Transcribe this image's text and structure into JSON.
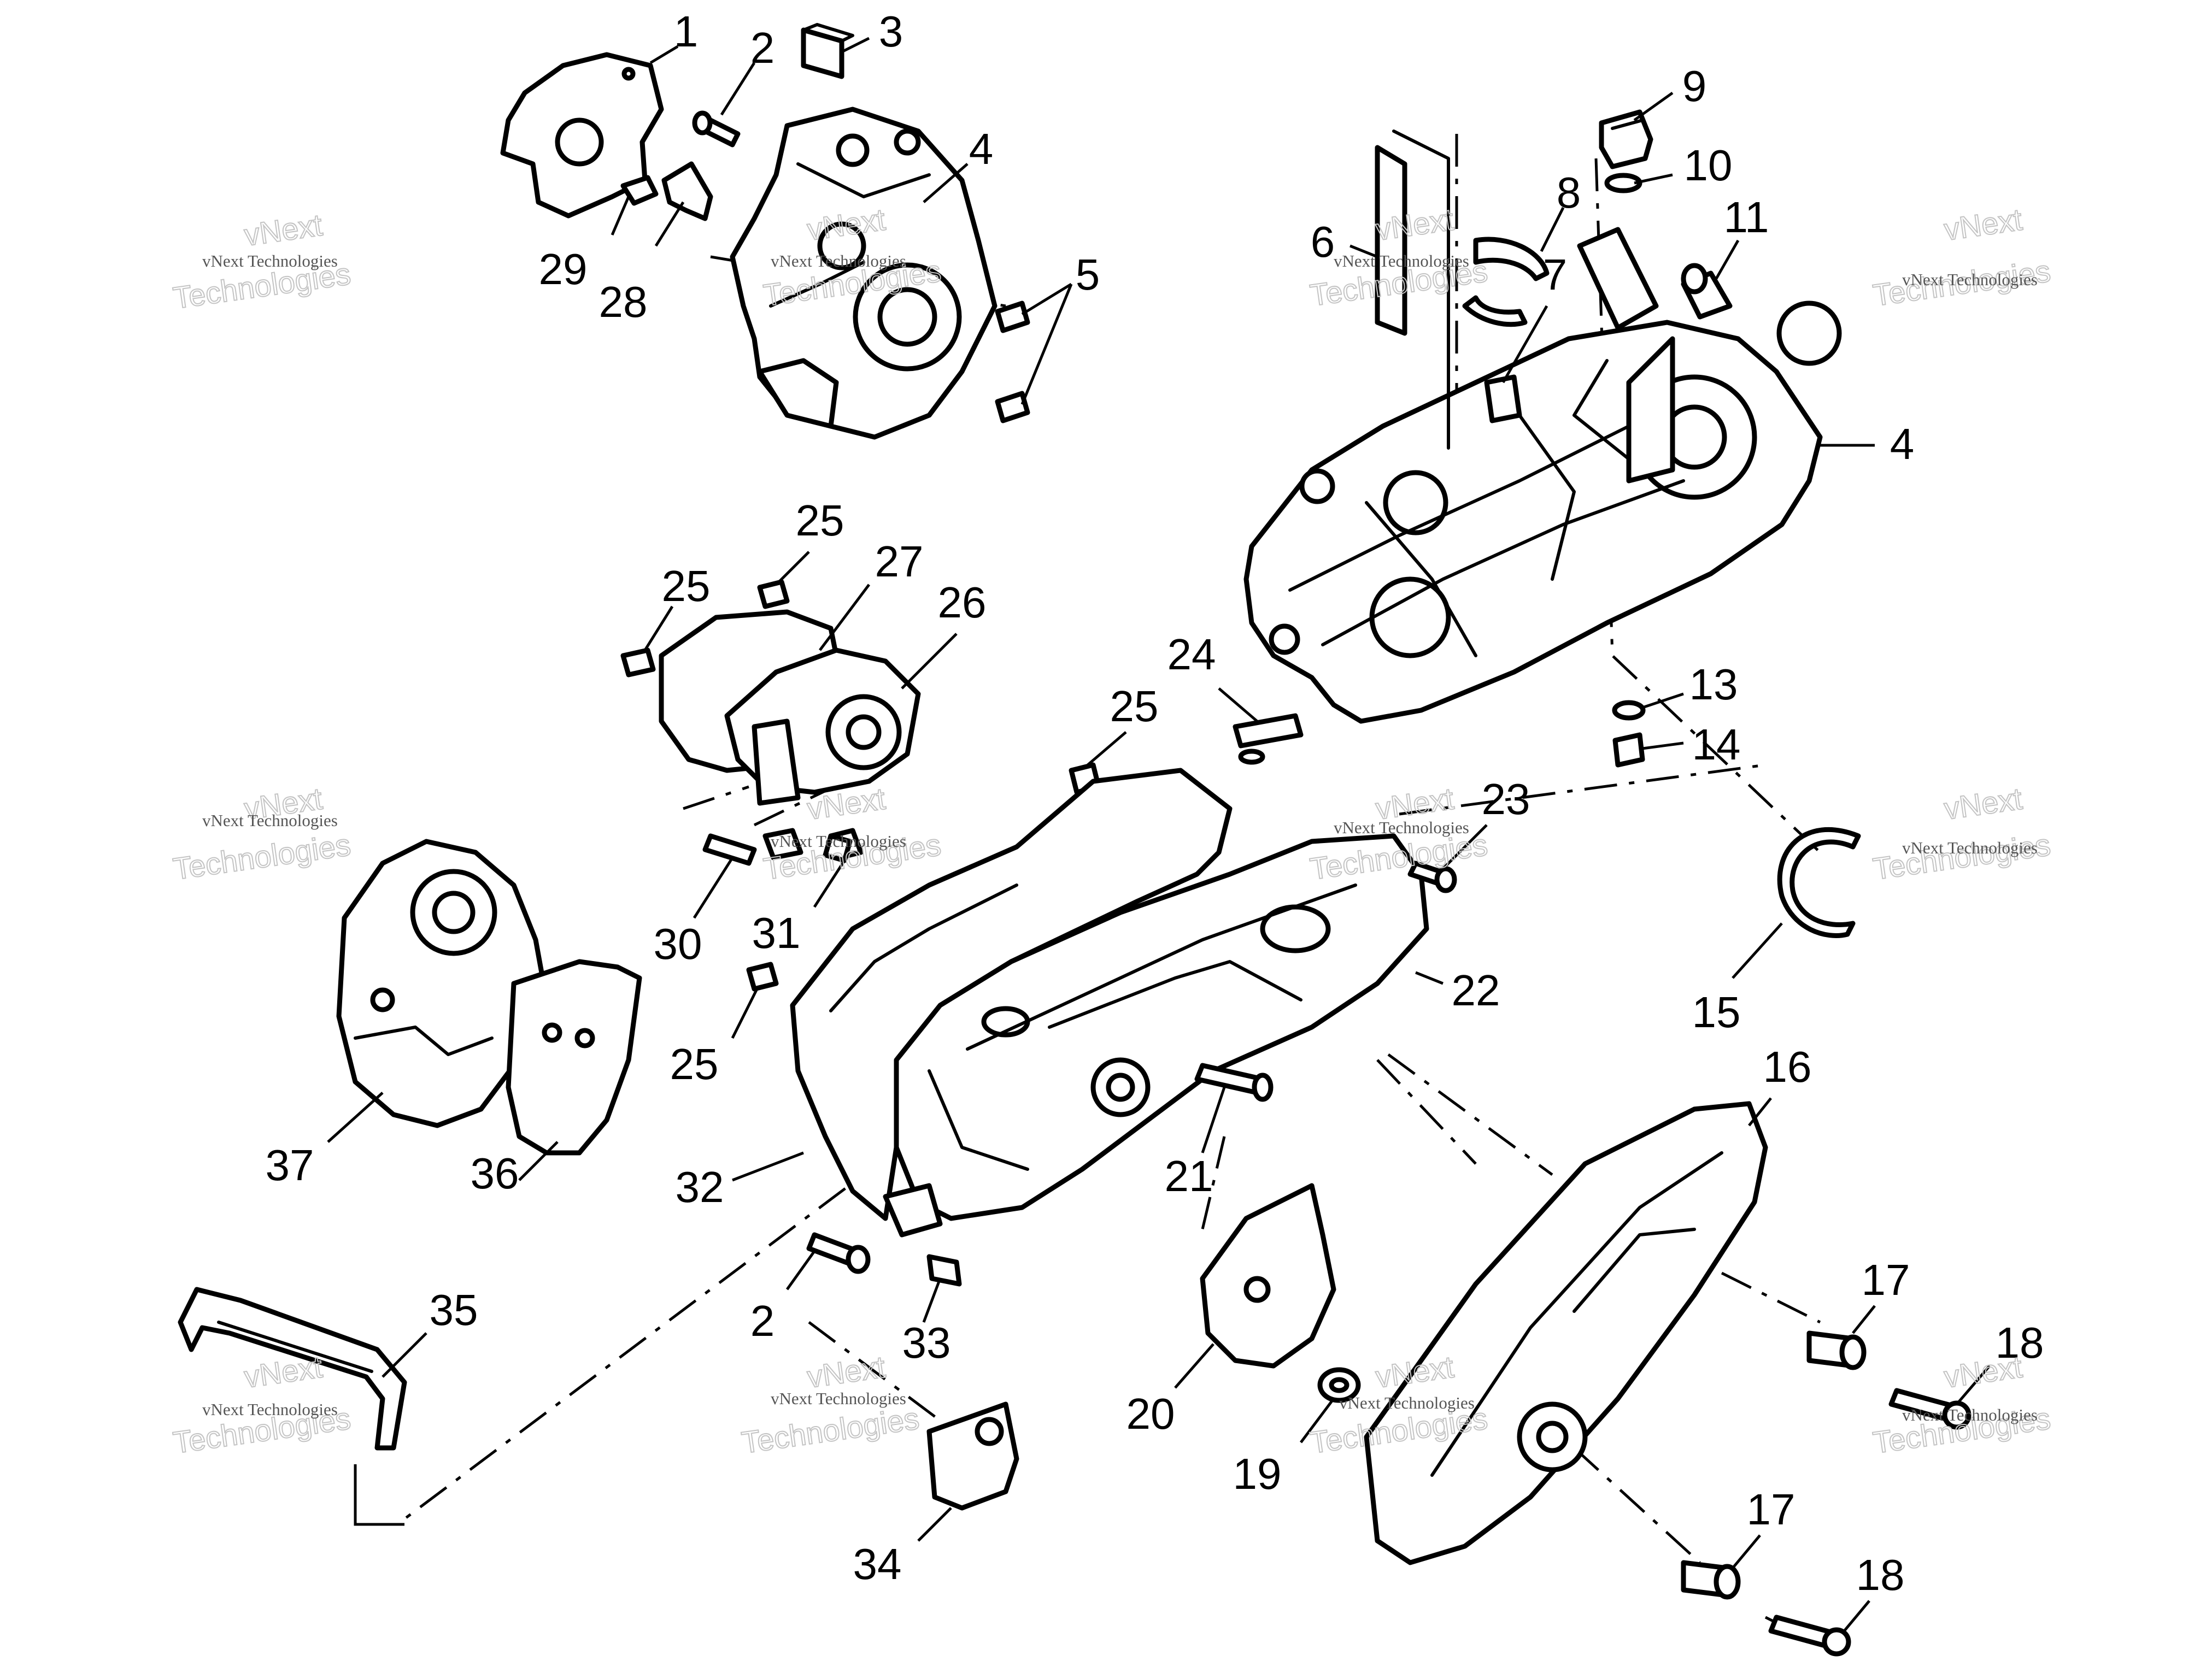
{
  "callouts": [
    {
      "label": "1"
    },
    {
      "label": "2"
    },
    {
      "label": "3"
    },
    {
      "label": "4"
    },
    {
      "label": "5"
    },
    {
      "label": "29"
    },
    {
      "label": "28"
    },
    {
      "label": "9"
    },
    {
      "label": "10"
    },
    {
      "label": "8"
    },
    {
      "label": "11"
    },
    {
      "label": "6"
    },
    {
      "label": "7"
    },
    {
      "label": "4"
    },
    {
      "label": "25"
    },
    {
      "label": "25"
    },
    {
      "label": "27"
    },
    {
      "label": "26"
    },
    {
      "label": "24"
    },
    {
      "label": "13"
    },
    {
      "label": "14"
    },
    {
      "label": "25"
    },
    {
      "label": "23"
    },
    {
      "label": "30"
    },
    {
      "label": "31"
    },
    {
      "label": "15"
    },
    {
      "label": "22"
    },
    {
      "label": "25"
    },
    {
      "label": "37"
    },
    {
      "label": "36"
    },
    {
      "label": "32"
    },
    {
      "label": "16"
    },
    {
      "label": "21"
    },
    {
      "label": "35"
    },
    {
      "label": "2"
    },
    {
      "label": "33"
    },
    {
      "label": "17"
    },
    {
      "label": "18"
    },
    {
      "label": "20"
    },
    {
      "label": "19"
    },
    {
      "label": "34"
    },
    {
      "label": "17"
    },
    {
      "label": "18"
    }
  ],
  "watermark": {
    "line1": "vNext Technologies",
    "line2a": "vNext",
    "line2b": "Technologies"
  }
}
